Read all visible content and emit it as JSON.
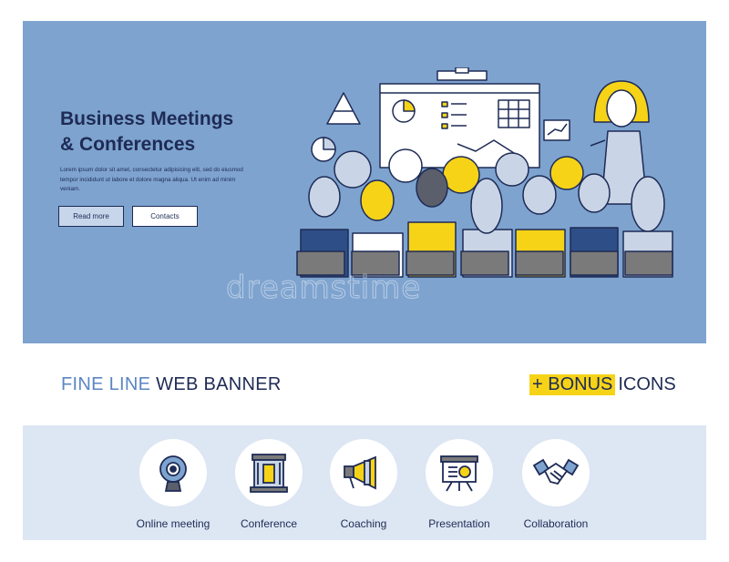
{
  "banner": {
    "headline_1": "Business Meetings",
    "headline_2": "& Conferences",
    "lorem": "Lorem ipsum dolor sit amet, consectetur adipisicing elit, sed do eiusmod tempor incididunt ut labore et dolore magna aliqua. Ut enim ad minim veniam.",
    "read_more": "Read more",
    "contacts": "Contacts",
    "watermark": "dreamstime"
  },
  "tagline": {
    "accent": "FINE LINE",
    "rest": "WEB BANNER",
    "bonus": "+ BONUS",
    "icons": "ICONS"
  },
  "icons": [
    {
      "label": "Online meeting",
      "icon": "webcam-icon"
    },
    {
      "label": "Conference",
      "icon": "conference-podium-icon"
    },
    {
      "label": "Coaching",
      "icon": "megaphone-icon"
    },
    {
      "label": "Presentation",
      "icon": "presentation-board-icon"
    },
    {
      "label": "Collaboration",
      "icon": "handshake-icon"
    }
  ],
  "colors": {
    "banner_bg": "#7ea3cf",
    "navy": "#1e2b55",
    "accent_blue": "#5b86c4",
    "yellow": "#f6d317",
    "strip_bg": "#dde6f3"
  }
}
